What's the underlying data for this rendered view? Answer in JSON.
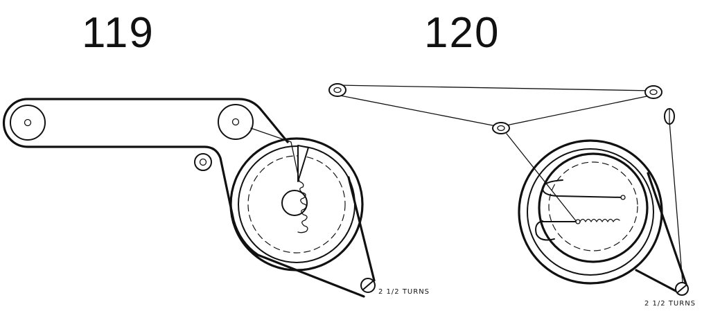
{
  "figures": [
    {
      "number": "119",
      "annotation": "2 1/2 TURNS"
    },
    {
      "number": "120",
      "annotation": "2 1/2 TURNS"
    }
  ]
}
